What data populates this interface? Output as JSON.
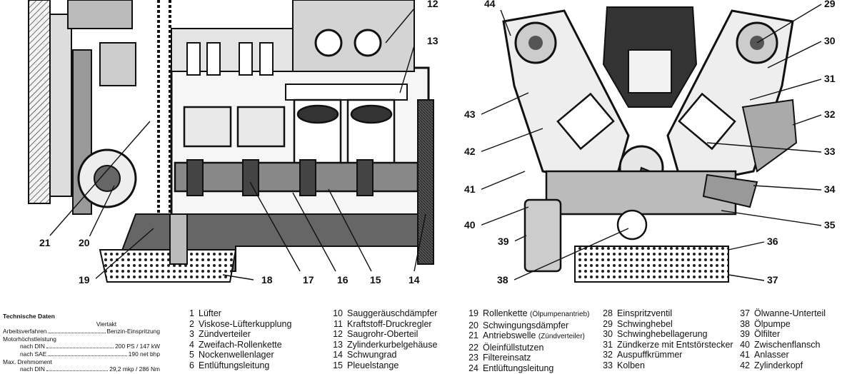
{
  "callouts": {
    "left": [
      {
        "num": "12"
      },
      {
        "num": "13"
      },
      {
        "num": "14"
      },
      {
        "num": "15"
      },
      {
        "num": "16"
      },
      {
        "num": "17"
      },
      {
        "num": "18"
      },
      {
        "num": "19"
      },
      {
        "num": "20"
      },
      {
        "num": "21"
      }
    ],
    "right": [
      {
        "num": "44"
      },
      {
        "num": "29"
      },
      {
        "num": "30"
      },
      {
        "num": "31"
      },
      {
        "num": "32"
      },
      {
        "num": "33"
      },
      {
        "num": "34"
      },
      {
        "num": "35"
      },
      {
        "num": "36"
      },
      {
        "num": "37"
      },
      {
        "num": "38"
      },
      {
        "num": "39"
      },
      {
        "num": "40"
      },
      {
        "num": "41"
      },
      {
        "num": "42"
      },
      {
        "num": "43"
      }
    ]
  },
  "tech": {
    "heading": "Technische Daten",
    "cycle": "Viertakt",
    "process_label": "Arbeitsverfahren",
    "process_value": "Benzin-Einspritzung",
    "power_label": "Motorhöchstleistung",
    "din_label": "nach DIN",
    "power_din": "200 PS / 147 kW",
    "sae_label": "nach SAE",
    "power_sae": "190 net bhp",
    "torque_label": "Max. Drehmoment",
    "torque_din_label": "nach DIN",
    "torque_din": "29,2 mkp / 286 Nm"
  },
  "legend": {
    "col1": [
      {
        "num": "1",
        "text": "Lüfter"
      },
      {
        "num": "2",
        "text": "Viskose-Lüfterkupplung"
      },
      {
        "num": "3",
        "text": "Zündverteiler"
      },
      {
        "num": "4",
        "text": "Zweifach-Rollenkette"
      },
      {
        "num": "5",
        "text": "Nockenwellenlager"
      },
      {
        "num": "6",
        "text": "Entlüftungsleitung"
      }
    ],
    "col2": [
      {
        "num": "10",
        "text": "Sauggeräuschdämpfer"
      },
      {
        "num": "11",
        "text": "Kraftstoff-Druckregler"
      },
      {
        "num": "12",
        "text": "Saugrohr-Oberteil"
      },
      {
        "num": "13",
        "text": "Zylinderkurbelgehäuse"
      },
      {
        "num": "14",
        "text": "Schwungrad"
      },
      {
        "num": "15",
        "text": "Pleuelstange"
      }
    ],
    "col3": [
      {
        "num": "19",
        "text": "Rollenkette",
        "sub": "(Ölpumpenantrieb)"
      },
      {
        "num": "20",
        "text": "Schwingungsdämpfer"
      },
      {
        "num": "21",
        "text": "Antriebswelle",
        "sub": "(Zündverteiler)"
      },
      {
        "num": "22",
        "text": "Öleinfüllstutzen"
      },
      {
        "num": "23",
        "text": "Filtereinsatz"
      },
      {
        "num": "24",
        "text": "Entlüftungsleitung"
      }
    ],
    "col4": [
      {
        "num": "28",
        "text": "Einspritzventil"
      },
      {
        "num": "29",
        "text": "Schwinghebel"
      },
      {
        "num": "30",
        "text": "Schwinghebellagerung"
      },
      {
        "num": "31",
        "text": "Zündkerze mit Entstörstecker"
      },
      {
        "num": "32",
        "text": "Auspuffkrümmer"
      },
      {
        "num": "33",
        "text": "Kolben"
      }
    ],
    "col5": [
      {
        "num": "37",
        "text": "Ölwanne-Unterteil"
      },
      {
        "num": "38",
        "text": "Ölpumpe"
      },
      {
        "num": "39",
        "text": "Ölfilter"
      },
      {
        "num": "40",
        "text": "Zwischenflansch"
      },
      {
        "num": "41",
        "text": "Anlasser"
      },
      {
        "num": "42",
        "text": "Zylinderkopf"
      }
    ]
  }
}
